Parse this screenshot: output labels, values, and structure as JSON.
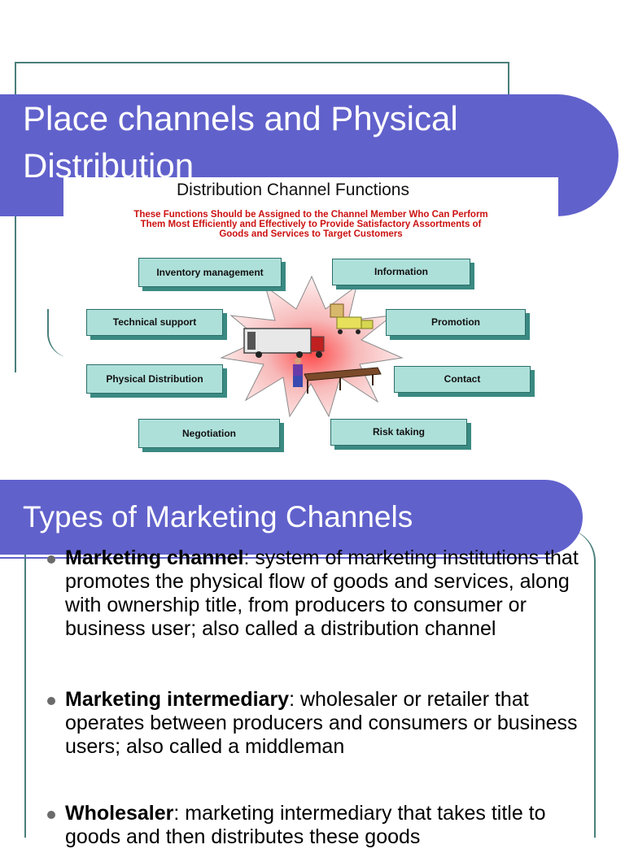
{
  "slide1": {
    "title": "Place channels and Physical Distribution",
    "diagram": {
      "title": "Distribution Channel Functions",
      "subtitle_lines": [
        "These Functions  Should be Assigned to the Channel Member Who Can Perform",
        "Them Most Efficiently and Effectively to Provide Satisfactory Assortments of",
        "Goods and Services to Target Customers"
      ],
      "functions": {
        "inventory": "Inventory management",
        "information": "Information",
        "technical": "Technical support",
        "promotion": "Promotion",
        "physical": "Physical Distribution",
        "contact": "Contact",
        "negotiation": "Negotiation",
        "risk": "Risk taking"
      },
      "colors": {
        "box_fill": "#aee0da",
        "box_shadow": "#3a8a82",
        "burst": "#f5c8c8",
        "subtitle": "#cc1111"
      }
    }
  },
  "slide2": {
    "title": "Types of Marketing Channels",
    "bullets": [
      {
        "term": "Marketing channel",
        "definition": ":  system of marketing institutions that promotes the physical flow of goods and services, along with ownership title, from producers to consumer or business user; also called a distribution channel"
      },
      {
        "term": "Marketing intermediary",
        "definition": ":  wholesaler or retailer that operates between producers and consumers or business users; also called a middleman"
      },
      {
        "term": "Wholesaler",
        "definition": ":  marketing intermediary that takes title to goods and then distributes these goods"
      }
    ]
  },
  "colors": {
    "accent": "#6161cc",
    "frame": "#4a7f7b"
  }
}
